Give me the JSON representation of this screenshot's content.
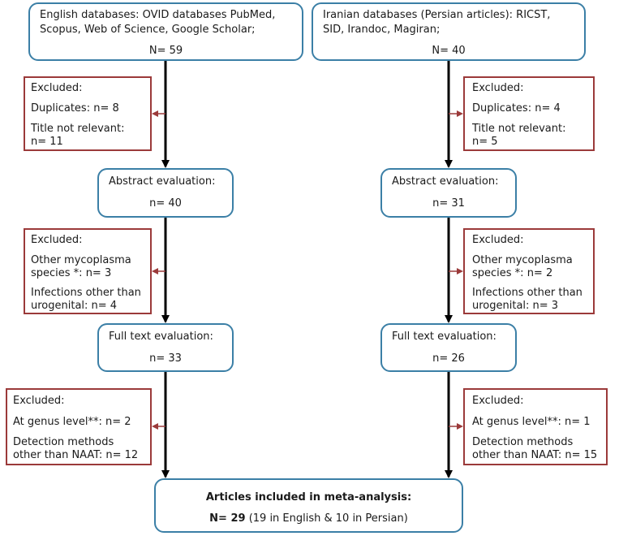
{
  "left": {
    "source": {
      "line1": "English databases: OVID databases PubMed,",
      "line2": "Scopus, Web of Science, Google Scholar;",
      "n": "N= 59"
    },
    "excl1": {
      "title": "Excluded:",
      "a": "Duplicates: n= 8",
      "b1": "Title not relevant:",
      "b2": "n= 11"
    },
    "abstract": {
      "title": "Abstract evaluation:",
      "n": "n= 40"
    },
    "excl2": {
      "title": "Excluded:",
      "a1": "Other mycoplasma",
      "a2": "species *: n= 3",
      "b1": "Infections other than",
      "b2": "urogenital: n= 4"
    },
    "fulltext": {
      "title": "Full text evaluation:",
      "n": "n= 33"
    },
    "excl3": {
      "title": "Excluded:",
      "a": "At genus level**: n= 2",
      "b1": "Detection methods",
      "b2": "other than NAAT: n= 12"
    }
  },
  "right": {
    "source": {
      "line1": "Iranian databases (Persian articles): RICST,",
      "line2": "SID, Irandoc, Magiran;",
      "n": "N= 40"
    },
    "excl1": {
      "title": "Excluded:",
      "a": "Duplicates: n= 4",
      "b1": "Title not relevant:",
      "b2": "n= 5"
    },
    "abstract": {
      "title": "Abstract evaluation:",
      "n": "n= 31"
    },
    "excl2": {
      "title": "Excluded:",
      "a1": "Other mycoplasma",
      "a2": "species *: n= 2",
      "b1": "Infections other than",
      "b2": "urogenital: n= 3"
    },
    "fulltext": {
      "title": "Full text evaluation:",
      "n": "n= 26"
    },
    "excl3": {
      "title": "Excluded:",
      "a": "At genus level**: n= 1",
      "b1": "Detection methods",
      "b2": "other than NAAT: n= 15"
    }
  },
  "final": {
    "title": "Articles included in meta-analysis:",
    "n_bold": "N= 29",
    "n_rest": " (19 in English & 10 in Persian)"
  },
  "colors": {
    "box_border": "#3b7fa6",
    "excluded_border": "#9b3a3a",
    "arrow": "#000000",
    "side_arrow": "#9b3a3a"
  }
}
